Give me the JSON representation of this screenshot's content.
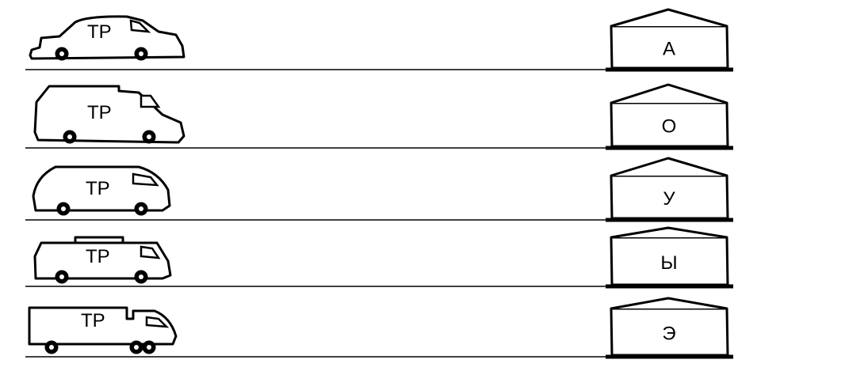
{
  "rows": [
    {
      "vehicle": "sedan",
      "vehicle_label": "ТР",
      "house_letter": "А"
    },
    {
      "vehicle": "van",
      "vehicle_label": "ТР",
      "house_letter": "О"
    },
    {
      "vehicle": "minivan",
      "vehicle_label": "ТР",
      "house_letter": "У"
    },
    {
      "vehicle": "bus",
      "vehicle_label": "ТР",
      "house_letter": "Ы"
    },
    {
      "vehicle": "truck",
      "vehicle_label": "ТР",
      "house_letter": "Э"
    }
  ]
}
